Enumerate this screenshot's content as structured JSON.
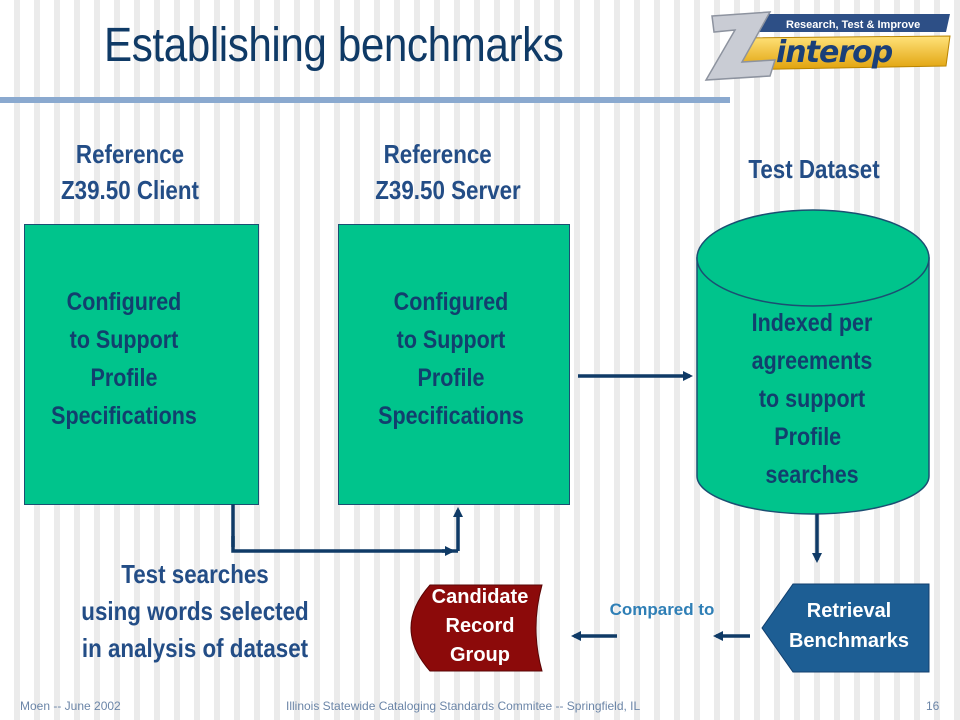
{
  "slide": {
    "title": "Establishing benchmarks",
    "logo": {
      "tagline": "Research, Test & Improve",
      "wordmark": "Zinterop",
      "icon": "zinterop-logo"
    }
  },
  "diagram": {
    "client": {
      "heading_line1": "Reference",
      "heading_line2": "Z39.50 Client",
      "box_lines": [
        "Configured",
        "to Support",
        "Profile",
        "Specifications"
      ]
    },
    "server": {
      "heading_line1": "Reference",
      "heading_line2": "Z39.50 Server",
      "box_lines": [
        "Configured",
        "to Support",
        "Profile",
        "Specifications"
      ]
    },
    "dataset": {
      "heading": "Test Dataset",
      "cylinder_lines": [
        "Indexed per",
        "agreements",
        "to support",
        "Profile",
        "searches"
      ]
    },
    "test_searches": {
      "lines": [
        "Test searches",
        "using words selected",
        "in analysis of dataset"
      ]
    },
    "candidate": {
      "lines": [
        "Candidate",
        "Record",
        "Group"
      ]
    },
    "compared_to": "Compared to",
    "benchmarks": {
      "lines": [
        "Retrieval",
        "Benchmarks"
      ]
    },
    "colors": {
      "box_fill": "#00c48c",
      "arrow": "#0f3a66",
      "candidate_fill": "#8c0a0a",
      "benchmark_fill": "#1d5e94"
    }
  },
  "footer": {
    "left": "Moen -- June 2002",
    "center": "Illinois Statewide Cataloging Standards Commitee -- Springfield, IL",
    "page_number": "16"
  }
}
